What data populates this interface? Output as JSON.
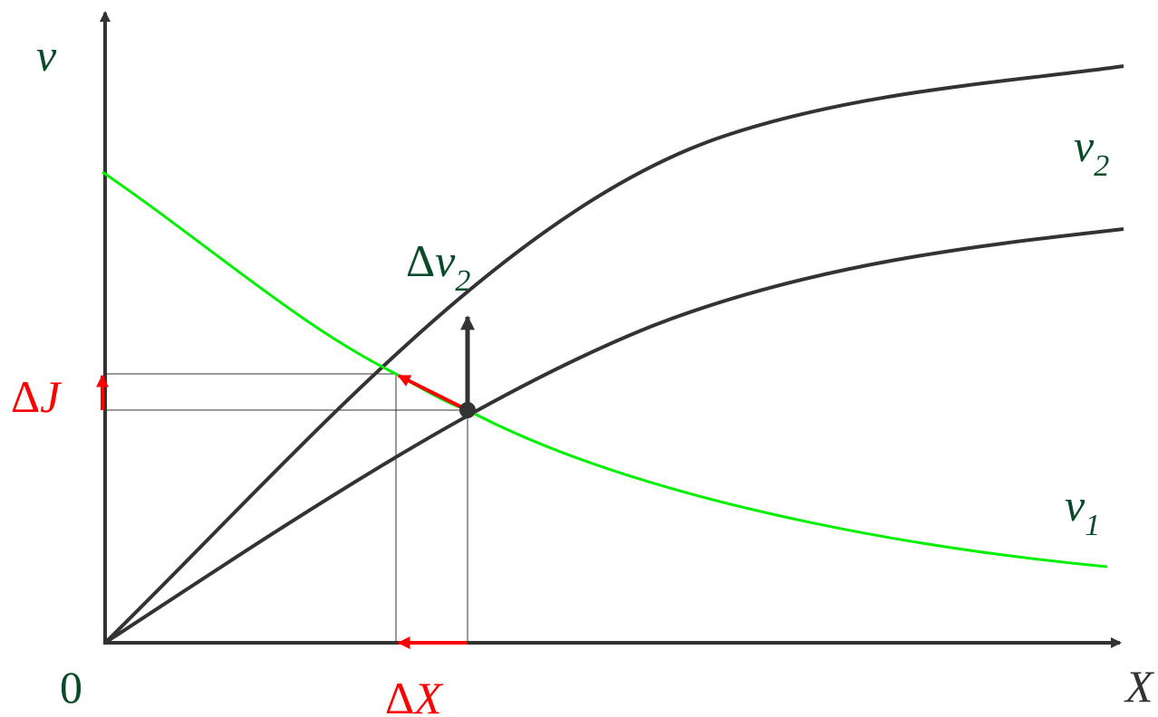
{
  "colors": {
    "axis": "#333333",
    "demand_curve": "#00ee00",
    "shift_arrows": "#ff0000",
    "label_green": "#0a4a2a",
    "label_red": "#ff0000",
    "label_dark": "#333333"
  },
  "labels": {
    "y_axis": "v",
    "x_axis": "X",
    "origin": "0",
    "curve_upper_v": "v",
    "curve_upper_sub": "2",
    "curve_lower_v": "v",
    "curve_lower_sub": "1",
    "delta_v2_delta": "Δ",
    "delta_v2_v": "v",
    "delta_v2_sub": "2",
    "delta_j_delta": "Δ",
    "delta_j_letter": "J",
    "delta_x_delta": "Δ",
    "delta_x_letter": "X"
  }
}
